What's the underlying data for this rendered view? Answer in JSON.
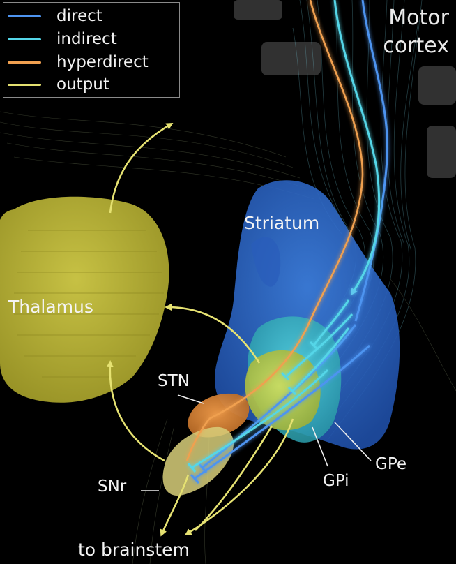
{
  "legend": {
    "items": [
      {
        "label": "direct",
        "color": "#4e94f0"
      },
      {
        "label": "indirect",
        "color": "#55d6e8"
      },
      {
        "label": "hyperdirect",
        "color": "#f0a050"
      },
      {
        "label": "output",
        "color": "#e4e070"
      }
    ]
  },
  "labels": {
    "motor_cortex_line1": "Motor",
    "motor_cortex_line2": "cortex",
    "striatum": "Striatum",
    "thalamus": "Thalamus",
    "stn": "STN",
    "snr": "SNr",
    "gpi": "GPi",
    "gpe": "GPe",
    "brainstem": "to brainstem"
  },
  "colors": {
    "background": "#000000",
    "thalamus": "#c8c23c",
    "striatum": "#2f6fd6",
    "gpe": "#3ec2cf",
    "gpi": "#b6cc4a",
    "stn": "#e08a3a",
    "snr": "#d8cf7a",
    "fibers": "#7ad8ea"
  }
}
